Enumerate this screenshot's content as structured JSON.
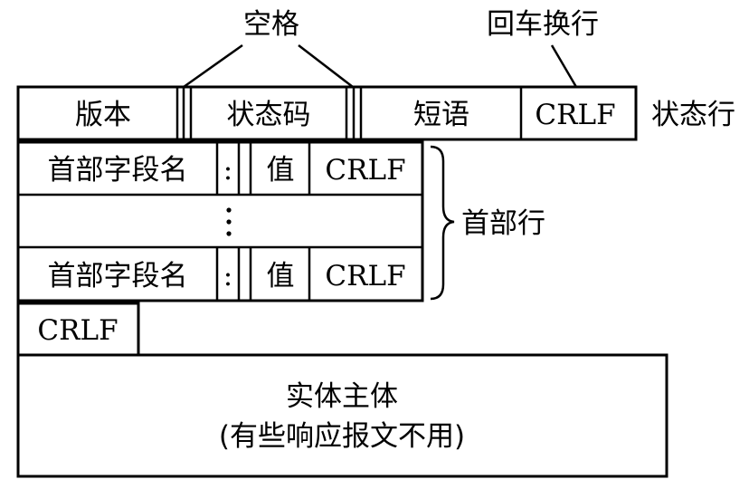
{
  "labels": {
    "space": "空格",
    "cr_lf": "回车换行",
    "status_line": "状态行",
    "header_lines": "首部行"
  },
  "status_line": {
    "version": "版本",
    "status_code": "状态码",
    "phrase": "短语",
    "crlf": "CRLF"
  },
  "header_row_1": {
    "field_name": "首部字段名",
    "colon": ":",
    "value": "值",
    "crlf": "CRLF"
  },
  "header_row_2": {
    "field_name": "首部字段名",
    "colon": ":",
    "value": "值",
    "crlf": "CRLF"
  },
  "blank_line": {
    "crlf": "CRLF"
  },
  "entity_body": {
    "title": "实体主体",
    "note": "(有些响应报文不用)"
  }
}
